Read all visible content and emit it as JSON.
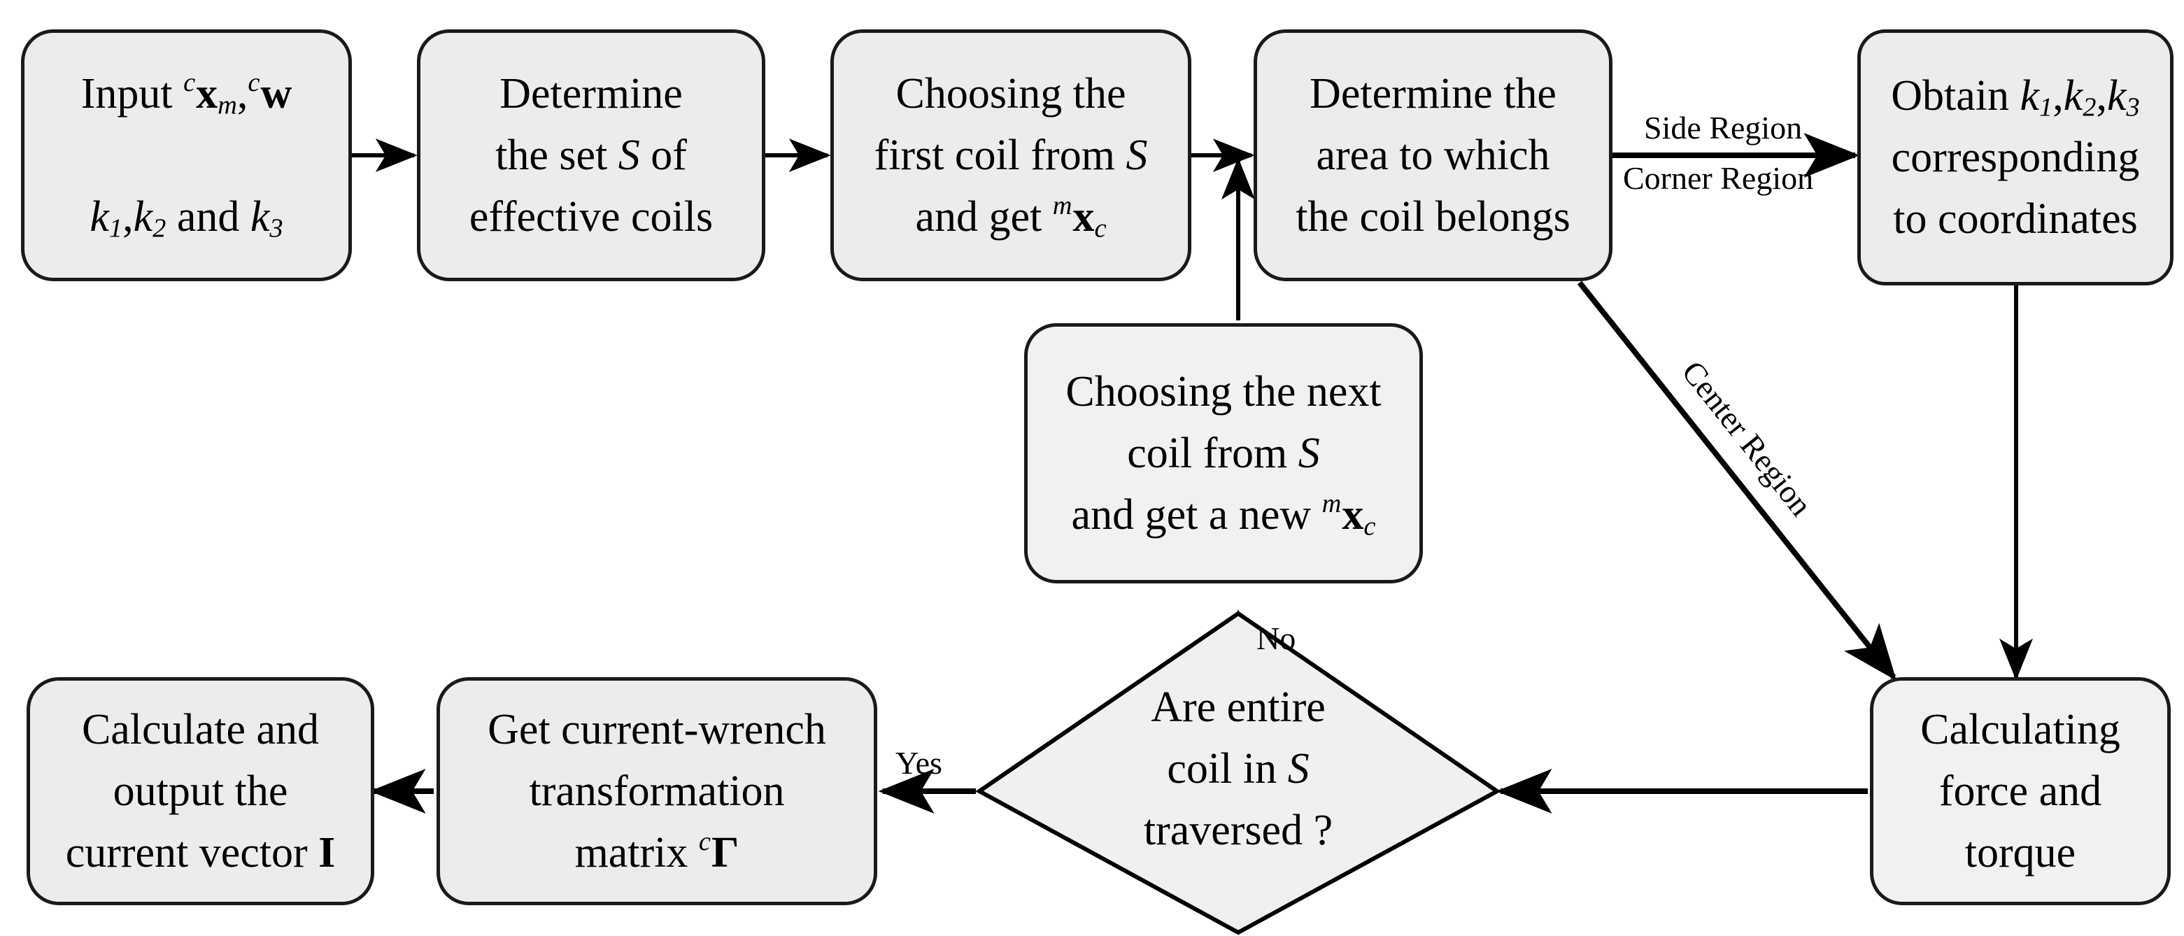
{
  "diagram": {
    "title": "Coil current allocation algorithm flowchart",
    "colors": {
      "node_fill": "#ececec",
      "node_fill_light": "#f0f0f0",
      "stroke": "#1a1a1a",
      "text": "#000000",
      "background": "#ffffff"
    },
    "nodes": [
      {
        "id": "input",
        "shape": "rounded-rect",
        "lines": [
          "Input ᶜx_m , ᶜw",
          "k₁, k₂ and k₃"
        ],
        "text": "Input ᶜxₘ,ᶜw k₁,k₂ and k₃"
      },
      {
        "id": "determine-set",
        "shape": "rounded-rect",
        "lines": [
          "Determine",
          "the set S of",
          "effective coils"
        ],
        "text": "Determine the set S of effective coils"
      },
      {
        "id": "first-coil",
        "shape": "rounded-rect",
        "lines": [
          "Choosing the",
          "first coil from S",
          "and get ᵐx_c"
        ],
        "text": "Choosing the first coil from S and get ᵐx_c"
      },
      {
        "id": "determine-area",
        "shape": "rounded-rect",
        "lines": [
          "Determine the",
          "area to which",
          "the coil belongs"
        ],
        "text": "Determine the area to which the coil belongs"
      },
      {
        "id": "obtain-k",
        "shape": "rounded-rect",
        "lines": [
          "Obtain k₁, k₂, k₃",
          "corresponding",
          "to coordinates"
        ],
        "text": "Obtain k₁,k₂,k₃ corresponding to coordinates"
      },
      {
        "id": "next-coil",
        "shape": "rounded-rect",
        "lines": [
          "Choosing the next",
          "coil from S",
          "and get a new ᵐx_c"
        ],
        "text": "Choosing the next coil from S and get a new ᵐx_c"
      },
      {
        "id": "decision",
        "shape": "diamond",
        "lines": [
          "Are entire",
          "coil in S",
          "traversed ?"
        ],
        "text": "Are entire coil in S traversed ?"
      },
      {
        "id": "calc-force",
        "shape": "rounded-rect",
        "lines": [
          "Calculating",
          "force and",
          "torque"
        ],
        "text": "Calculating force and torque"
      },
      {
        "id": "get-matrix",
        "shape": "rounded-rect",
        "lines": [
          "Get current-wrench",
          "transformation",
          "matrix ᶜΓ"
        ],
        "text": "Get current-wrench transformation matrix ᶜΓ"
      },
      {
        "id": "output-current",
        "shape": "rounded-rect",
        "lines": [
          "Calculate and",
          "output the",
          "current vector I"
        ],
        "text": "Calculate and output the current vector I"
      }
    ],
    "edge_labels": {
      "side_region": "Side Region",
      "corner_region": "Corner Region",
      "center_region": "Center Region",
      "no": "No",
      "yes": "Yes"
    },
    "text_fragments": {
      "input_word": "Input",
      "input_sup_c1": "c",
      "input_x": "x",
      "input_sub_m": "m",
      "input_comma": ",",
      "input_sup_c2": "c",
      "input_w": "w",
      "k1": "k",
      "k1_sub": "1",
      "k_comma": ",",
      "k2": "k",
      "k2_sub": "2",
      "and": "and",
      "k3": "k",
      "k3_sub": "3",
      "determine": "Determine",
      "the_set": "the set",
      "S": "S",
      "of": "of",
      "effective_coils": "effective coils",
      "choosing_the": "Choosing the",
      "first_coil_from": "first coil from",
      "and_get": "and get",
      "sup_m": "m",
      "x": "x",
      "sub_c": "c",
      "determine_the": "Determine the",
      "area_to_which": "area to which",
      "the_coil_belongs": "the coil belongs",
      "obtain": "Obtain",
      "corresponding": "corresponding",
      "to_coordinates": "to coordinates",
      "choosing_the_next": "Choosing the next",
      "coil_from": "coil from",
      "and_get_a_new": "and get a new",
      "are_entire": "Are entire",
      "coil_in": "coil in",
      "traversed": "traversed ?",
      "calculating": "Calculating",
      "force_and": "force and",
      "torque": "torque",
      "get_current_wrench": "Get current-wrench",
      "transformation": "transformation",
      "matrix": "matrix",
      "Gamma": "Γ",
      "calculate_and": "Calculate and",
      "output_the": "output the",
      "current_vector": "current vector",
      "I": "I"
    }
  }
}
